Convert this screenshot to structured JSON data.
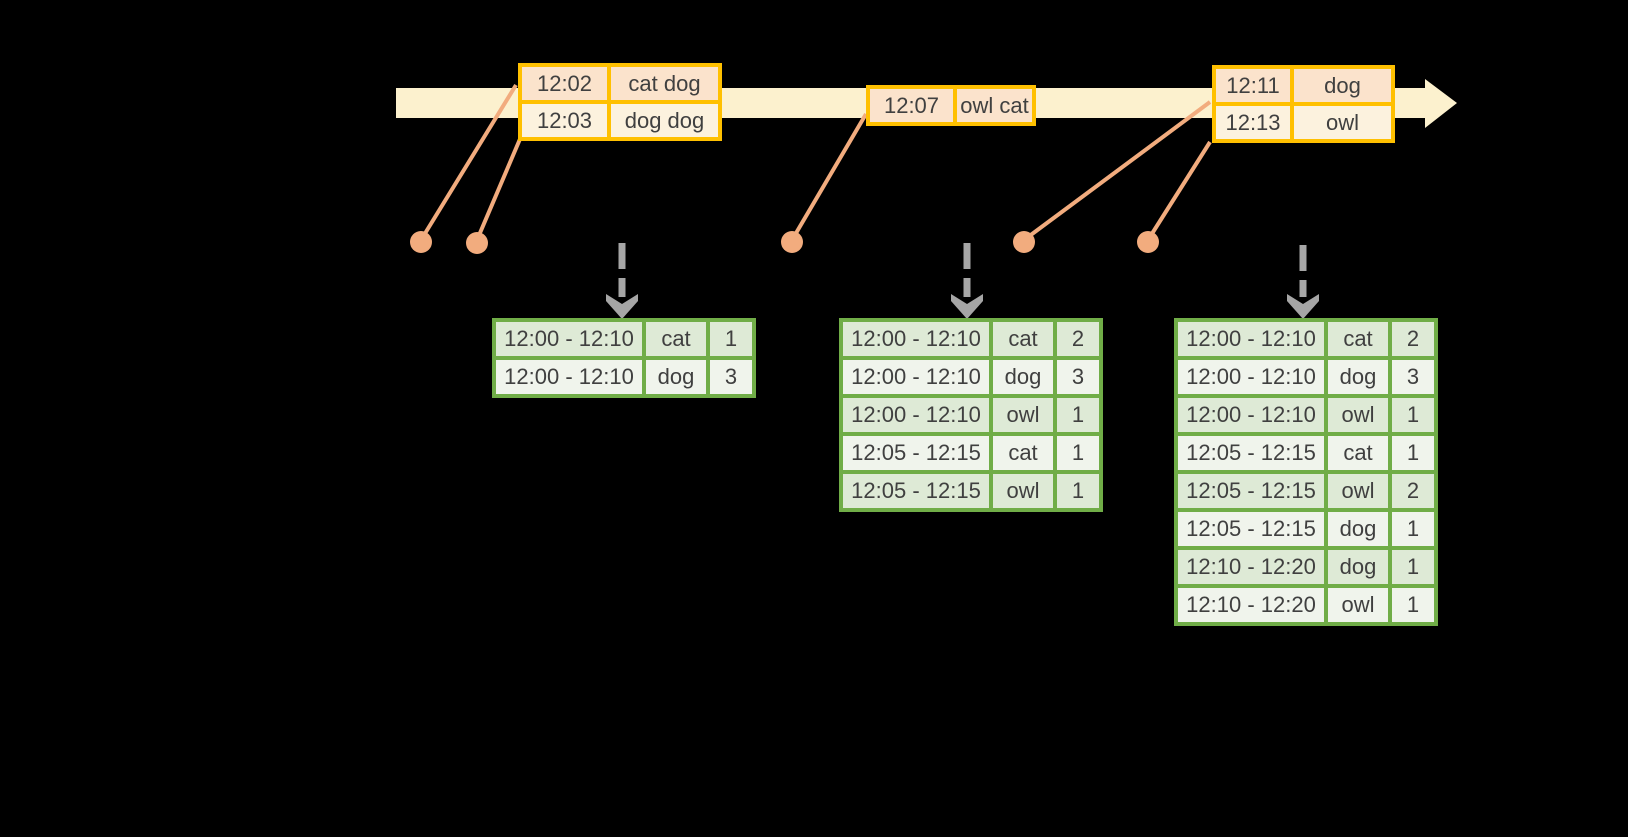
{
  "colors": {
    "background": "#000000",
    "timeline-fill": "#FCF1CE",
    "event-border": "#FFC000",
    "event-row-dark": "#FBE3CC",
    "event-row-light": "#FCF2DE",
    "connector": "#F2AC7E",
    "trigger-arrow": "#A6A6A6",
    "result-border": "#70AD47",
    "result-row-dark": "#DEEAD6",
    "result-row-light": "#F0F4EC",
    "text": "#404040"
  },
  "timeline": {
    "event_tables": [
      {
        "rows": [
          [
            "12:02",
            "cat dog"
          ],
          [
            "12:03",
            "dog dog"
          ]
        ]
      },
      {
        "rows": [
          [
            "12:07",
            "owl cat"
          ]
        ]
      },
      {
        "rows": [
          [
            "12:11",
            "dog"
          ],
          [
            "12:13",
            "owl"
          ]
        ]
      }
    ]
  },
  "results": {
    "tables": [
      {
        "rows": [
          [
            "12:00 - 12:10",
            "cat",
            "1"
          ],
          [
            "12:00 - 12:10",
            "dog",
            "3"
          ]
        ]
      },
      {
        "rows": [
          [
            "12:00 - 12:10",
            "cat",
            "2"
          ],
          [
            "12:00 - 12:10",
            "dog",
            "3"
          ],
          [
            "12:00 - 12:10",
            "owl",
            "1"
          ],
          [
            "12:05 - 12:15",
            "cat",
            "1"
          ],
          [
            "12:05 - 12:15",
            "owl",
            "1"
          ]
        ]
      },
      {
        "rows": [
          [
            "12:00 - 12:10",
            "cat",
            "2"
          ],
          [
            "12:00 - 12:10",
            "dog",
            "3"
          ],
          [
            "12:00 - 12:10",
            "owl",
            "1"
          ],
          [
            "12:05 - 12:15",
            "cat",
            "1"
          ],
          [
            "12:05 - 12:15",
            "owl",
            "2"
          ],
          [
            "12:05 - 12:15",
            "dog",
            "1"
          ],
          [
            "12:10 - 12:20",
            "dog",
            "1"
          ],
          [
            "12:10 - 12:20",
            "owl",
            "1"
          ]
        ]
      }
    ]
  }
}
